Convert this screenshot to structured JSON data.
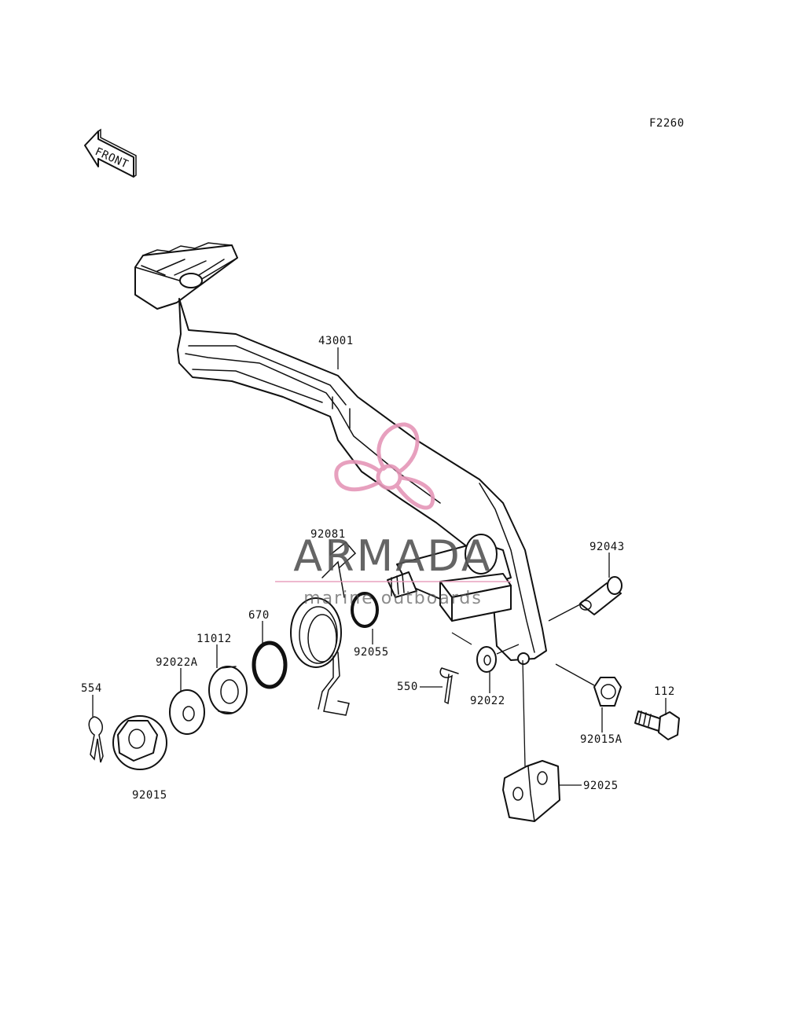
{
  "diagram_code": "F2260",
  "front_indicator": "FRONT",
  "watermark": {
    "brand": "ARMADA",
    "tagline": "marine outboards",
    "brand_color": "#555555",
    "accent_color": "#e596b8"
  },
  "parts": {
    "p43001": "43001",
    "p92081": "92081",
    "p92043": "92043",
    "p670": "670",
    "p11012": "11012",
    "p92022A": "92022A",
    "p92055": "92055",
    "p554": "554",
    "p550": "550",
    "p92022": "92022",
    "p112": "112",
    "p92015A": "92015A",
    "p92025": "92025",
    "p92015": "92015"
  }
}
